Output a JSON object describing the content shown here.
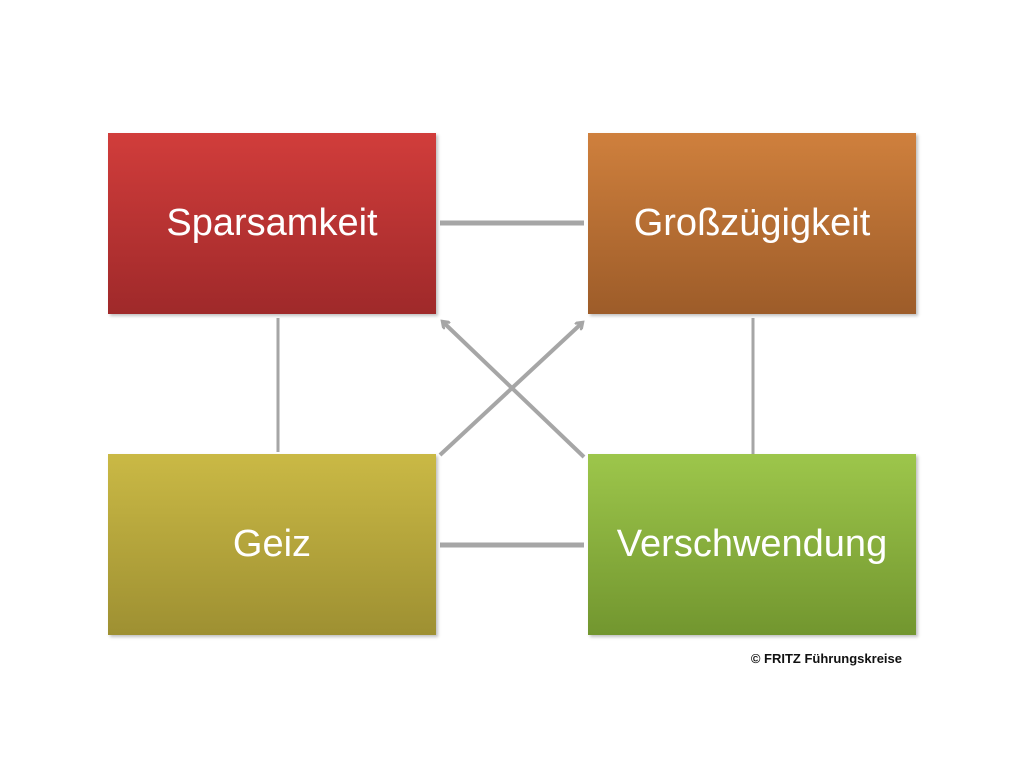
{
  "nodes": {
    "top_left": "Sparsamkeit",
    "top_right": "Großzügigkeit",
    "bottom_left": "Geiz",
    "bottom_right": "Verschwendung"
  },
  "copyright": "© FRITZ Führungskreise",
  "colors": {
    "connector": "#a6a6a6"
  }
}
